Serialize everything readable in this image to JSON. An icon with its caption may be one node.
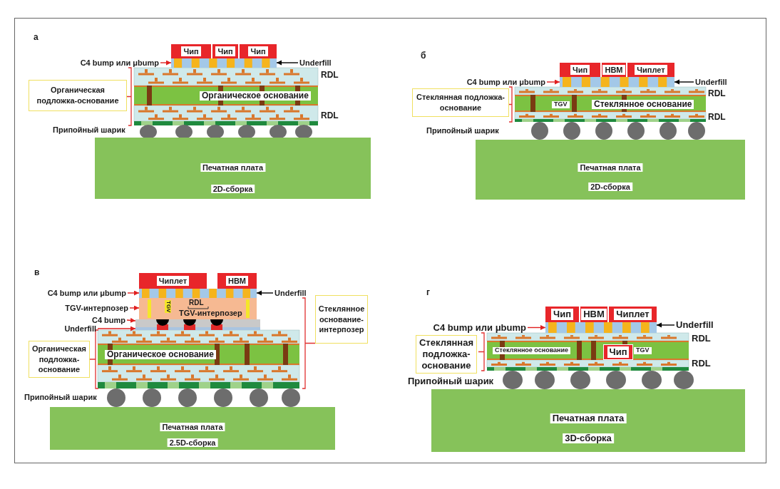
{
  "diagram": {
    "nodes": [
      {
        "text": [
          "Чип"
        ]
      },
      {
        "text": [
          "Чип"
        ]
      },
      {
        "text": [
          "Чип"
        ]
      },
      {
        "text": [
          "C4 bump или μbump"
        ]
      },
      {
        "text": [
          "Underfill"
        ]
      },
      {
        "text": [
          "Органическая подложка-основание"
        ]
      },
      {
        "text": [
          "Органическое основание"
        ]
      },
      {
        "text": [
          "Печатная плата",
          "2D-сборка"
        ]
      },
      {
        "text": [
          "Чип"
        ]
      },
      {
        "text": [
          "HBM"
        ]
      },
      {
        "text": [
          "Чиплет"
        ]
      },
      {
        "text": [
          "C4 bump или μbump"
        ]
      },
      {
        "text": [
          "Underfill"
        ]
      },
      {
        "text": [
          "Стеклянная подложка-основание"
        ]
      },
      {
        "text": [
          "TGV",
          "Стеклянное основание"
        ]
      },
      {
        "text": [
          "Печатная плата",
          "2D-сборка"
        ]
      },
      {
        "text": [
          "Чиплет"
        ]
      },
      {
        "text": [
          "HBM"
        ]
      },
      {
        "text": [
          "C4 bump или μbump"
        ]
      },
      {
        "text": [
          "Underfill"
        ]
      },
      {
        "text": [
          "TGV-интерпозер"
        ]
      },
      {
        "text": [
          "RDL",
          "TGV",
          "TGV-интерпозер"
        ]
      },
      {
        "text": [
          "C4 bump"
        ]
      },
      {
        "text": [
          "Underfill"
        ]
      },
      {
        "text": [
          "Стеклянное основание-интерпозер"
        ]
      },
      {
        "text": [
          "Органическая подложка-основание"
        ]
      },
      {
        "text": [
          "Органическое основание"
        ]
      },
      {
        "text": [
          "Печатная плата",
          "2.5D-сборка"
        ]
      },
      {
        "text": [
          "Чип"
        ]
      },
      {
        "text": [
          "HBM"
        ]
      },
      {
        "text": [
          "Чиплет"
        ]
      },
      {
        "text": [
          "C4 bump или μbump"
        ]
      },
      {
        "text": [
          "Underfill"
        ]
      },
      {
        "text": [
          "Стеклянная подложка-основание"
        ]
      },
      {
        "text": [
          "Стеклянное основание",
          "TGV"
        ]
      },
      {
        "text": [
          "Чип"
        ],
        "in": 34
      },
      {
        "text": [
          "Печатная плата",
          "3D-сборка"
        ]
      },
      {
        "text": [],
        "shape": "bar"
      },
      {
        "text": [],
        "shape": "bar"
      },
      {
        "text": [],
        "shape": "bar"
      },
      {
        "text": [],
        "shape": "bar"
      },
      {
        "text": [],
        "shape": "bar"
      }
    ],
    "edges": [
      {
        "from": 3,
        "to": 37,
        "arrow": "to"
      },
      {
        "from": 4,
        "to": 37,
        "arrow": "to",
        "color": "#000000"
      },
      {
        "from": 11,
        "to": 38,
        "arrow": "to"
      },
      {
        "from": 12,
        "to": 38,
        "arrow": "to",
        "color": "#000000"
      },
      {
        "from": 18,
        "to": 39,
        "arrow": "to"
      },
      {
        "from": 19,
        "to": 39,
        "arrow": "to",
        "color": "#000000"
      },
      {
        "from": 20,
        "to": 21,
        "arrow": "to"
      },
      {
        "from": 22,
        "to": 40,
        "arrow": "to"
      },
      {
        "from": 23,
        "to": 40,
        "arrow": "to"
      },
      {
        "from": 31,
        "to": 41,
        "arrow": "to"
      },
      {
        "from": 32,
        "to": 41,
        "arrow": "to",
        "color": "#000000"
      }
    ],
    "labels": [
      "а",
      "RDL",
      "RDL",
      "Припойный шарик",
      "б",
      "RDL",
      "RDL",
      "Припойный шарик",
      "в",
      "Припойный шарик",
      "г",
      "RDL",
      "RDL",
      "Припойный шарик"
    ]
  }
}
